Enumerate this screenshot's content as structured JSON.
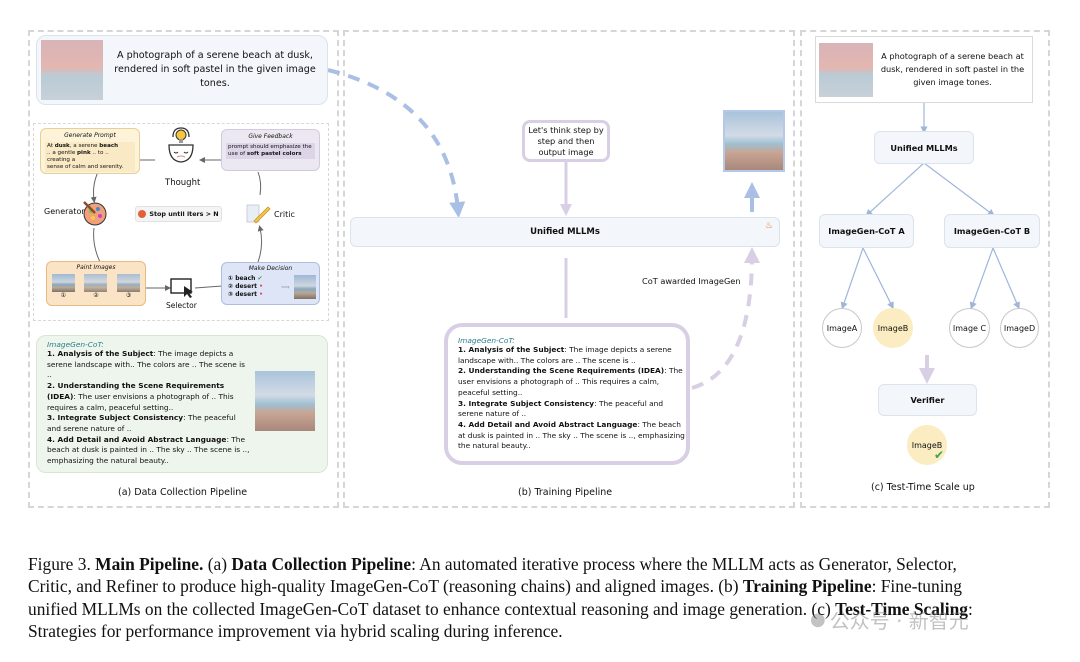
{
  "figure": {
    "panel_a": {
      "prompt_text": "A photograph of a serene beach at dusk, rendered in soft pastel in the given image tones.",
      "generate_prompt": {
        "title": "Generate Prompt",
        "line1_a": "At ",
        "line1_b": "dusk",
        "line1_c": ", a serene ",
        "line1_d": "beach",
        "line2_a": ".. a gentle ",
        "line2_b": "pink",
        "line2_c": " .. to .. creating a",
        "line3": "sense of calm and serenity."
      },
      "thought_label": "Thought",
      "give_feedback": {
        "title": "Give Feedback",
        "line1": "prompt should emphasize the",
        "line2_a": "use of ",
        "line2_b": "soft pastel colors"
      },
      "generator_label": "Generator",
      "stop_label": "Stop until iters > N",
      "critic_label": "Critic",
      "paint_images": {
        "title": "Paint Images",
        "numbers": [
          "①",
          "②",
          "③"
        ]
      },
      "selector_label": "Selector",
      "make_decision": {
        "title": "Make Decision",
        "items": [
          {
            "num": "①",
            "label": "beach",
            "mark": "✔"
          },
          {
            "num": "②",
            "label": "desert",
            "mark": "•"
          },
          {
            "num": "③",
            "label": "desert",
            "mark": "•"
          }
        ]
      },
      "cot": {
        "title": "ImageGen-CoT:",
        "items": [
          {
            "head": "1. Analysis of the Subject",
            "body": ": The image depicts a serene landscape with..  The colors are .. The scene is .."
          },
          {
            "head": "2. Understanding the Scene Requirements (IDEA)",
            "body": ": The user envisions a photograph of .. This requires a calm, peaceful setting.."
          },
          {
            "head": "3. Integrate Subject Consistency",
            "body": ": The peaceful and serene nature of .."
          },
          {
            "head": "4. Add Detail and Avoid Abstract Language",
            "body": ": The beach at dusk is painted in .. The sky .. The scene is ..,  emphasizing the natural beauty.."
          }
        ]
      },
      "caption": "(a) Data Collection Pipeline"
    },
    "panel_b": {
      "think_prompt": "Let's think step by step and then output image",
      "mllm_label": "Unified MLLMs",
      "reward_label": "CoT awarded ImageGen",
      "cot": {
        "title": "ImageGen-CoT:",
        "items": [
          {
            "head": "1. Analysis of the Subject",
            "body": ": The image depicts a serene landscape with..  The colors are .. The scene is .."
          },
          {
            "head": "2. Understanding the Scene Requirements (IDEA)",
            "body": ": The user envisions a photograph of .. This requires a calm, peaceful setting.."
          },
          {
            "head": "3. Integrate Subject Consistency",
            "body": ": The peaceful and serene nature of .."
          },
          {
            "head": "4. Add Detail and Avoid Abstract Language",
            "body": ": The beach at dusk is painted in .. The sky .. The scene is ..,  emphasizing the natural beauty.."
          }
        ]
      },
      "caption": "(b) Training Pipeline"
    },
    "panel_c": {
      "prompt_text": "A photograph of a serene beach at dusk, rendered in soft pastel in the given image tones.",
      "mllm_label": "Unified MLLMs",
      "cot_a": "ImageGen-CoT A",
      "cot_b": "ImageGen-CoT B",
      "images": [
        "ImageA",
        "ImageB",
        "Image C",
        "ImageD"
      ],
      "selected_index": 1,
      "verifier_label": "Verifier",
      "result_label": "ImageB",
      "caption": "(c) Test-Time Scale up"
    }
  },
  "caption": {
    "line1": [
      {
        "t": "Figure 3.  ",
        "b": false
      },
      {
        "t": "Main Pipeline.",
        "b": true
      },
      {
        "t": "  (a) ",
        "b": false
      },
      {
        "t": "Data Collection Pipeline",
        "b": true
      },
      {
        "t": ":  An automated iterative process where the MLLM acts as Generator, Selector,",
        "b": false
      }
    ],
    "line2": [
      {
        "t": "Critic, and Refiner to produce high-quality ImageGen-CoT (reasoning chains) and aligned images.  (b) ",
        "b": false
      },
      {
        "t": "Training Pipeline",
        "b": true
      },
      {
        "t": ":  Fine-tuning",
        "b": false
      }
    ],
    "line3": [
      {
        "t": "unified MLLMs on the collected ImageGen-CoT dataset to enhance contextual reasoning and image generation.  (c) ",
        "b": false
      },
      {
        "t": "Test-Time Scaling",
        "b": true
      },
      {
        "t": ":",
        "b": false
      }
    ],
    "line4": [
      {
        "t": "Strategies for performance improvement via hybrid scaling during inference.",
        "b": false
      }
    ]
  },
  "watermark": "公众号 · 新智元",
  "colors": {
    "blue_arrow": "#a9bfe3",
    "purple_arrow": "#d8cfe4",
    "selected_image": "#fbecc2",
    "check_green": "#3aa54a"
  }
}
